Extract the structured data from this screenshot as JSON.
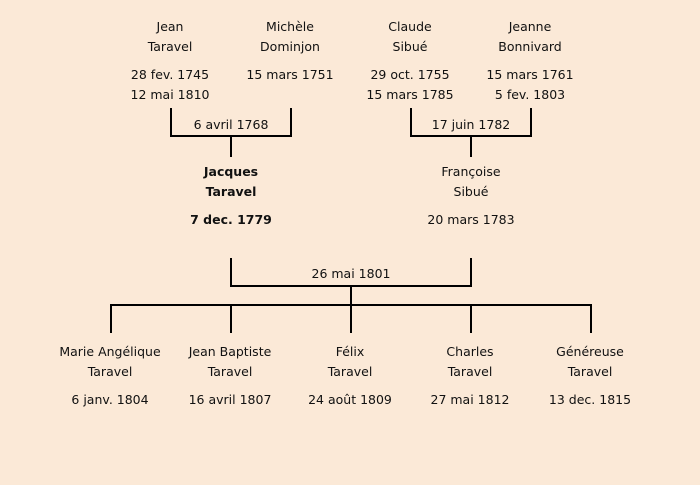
{
  "grandparents": [
    {
      "first": "Jean",
      "last": "Taravel",
      "birth": "28 fev. 1745",
      "death": "12 mai 1810"
    },
    {
      "first": "Michèle",
      "last": "Dominjon",
      "birth": "15 mars 1751",
      "death": ""
    },
    {
      "first": "Claude",
      "last": "Sibué",
      "birth": "29 oct. 1755",
      "death": "15 mars 1785"
    },
    {
      "first": "Jeanne",
      "last": "Bonnivard",
      "birth": "15 mars 1761",
      "death": "5 fev. 1803"
    }
  ],
  "marriages": {
    "left": "6 avril 1768",
    "right": "17 juin 1782",
    "main": "26 mai 1801"
  },
  "parents": [
    {
      "first": "Jacques",
      "last": "Taravel",
      "birth": "7 dec. 1779"
    },
    {
      "first": "Françoise",
      "last": "Sibué",
      "birth": "20 mars 1783"
    }
  ],
  "children": [
    {
      "first": "Marie Angélique",
      "last": "Taravel",
      "birth": "6 janv. 1804"
    },
    {
      "first": "Jean Baptiste",
      "last": "Taravel",
      "birth": "16 avril 1807"
    },
    {
      "first": "Félix",
      "last": "Taravel",
      "birth": "24 août 1809"
    },
    {
      "first": "Charles",
      "last": "Taravel",
      "birth": "27 mai 1812"
    },
    {
      "first": "Généreuse",
      "last": "Taravel",
      "birth": "13 dec. 1815"
    }
  ]
}
